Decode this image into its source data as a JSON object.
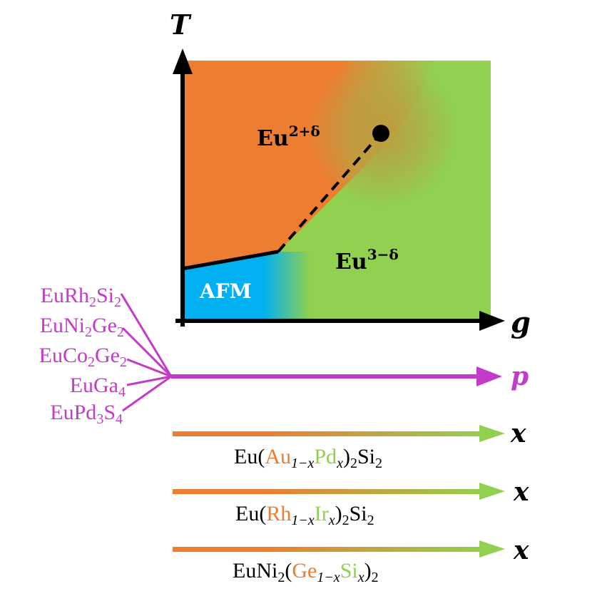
{
  "axes": {
    "y_label": "T",
    "x_label": "g"
  },
  "regions": {
    "high": {
      "base": "Eu",
      "sup": "2+δ"
    },
    "low": {
      "base": "Eu",
      "sup": "3−δ"
    },
    "afm": "AFM"
  },
  "pressure": {
    "label": "p",
    "compounds": [
      {
        "parts": [
          "Eu",
          "Rh",
          "2",
          "Si",
          "2"
        ]
      },
      {
        "parts": [
          "Eu",
          "Ni",
          "2",
          "Ge",
          "2"
        ]
      },
      {
        "parts": [
          "Eu",
          "Co",
          "2",
          "Ge",
          "2"
        ]
      },
      {
        "parts": [
          "Eu",
          "Ga",
          "4"
        ]
      },
      {
        "parts": [
          "Eu",
          "Pd",
          "3",
          "S",
          "4"
        ]
      }
    ]
  },
  "doping": {
    "label": "x",
    "series": [
      {
        "prefix": "Eu(",
        "a": "Au",
        "a_sub": "1−x",
        "b": "Pd",
        "b_sub": "x",
        "suffix": ")",
        "suffix_sub": "2",
        "tail": "Si",
        "tail_sub": "2"
      },
      {
        "prefix": "Eu(",
        "a": "Rh",
        "a_sub": "1−x",
        "b": "Ir",
        "b_sub": "x",
        "suffix": ")",
        "suffix_sub": "2",
        "tail": "Si",
        "tail_sub": "2"
      },
      {
        "prefix": "EuNi",
        "prefix_sub": "2",
        "prefix2": "(",
        "a": "Ge",
        "a_sub": "1−x",
        "b": "Si",
        "b_sub": "x",
        "suffix": ")",
        "suffix_sub": "2"
      }
    ]
  },
  "colors": {
    "orange": "#ED7D31",
    "green": "#92D050",
    "blue": "#00B0F0",
    "magenta": "#C33BC8",
    "black": "#000000"
  }
}
